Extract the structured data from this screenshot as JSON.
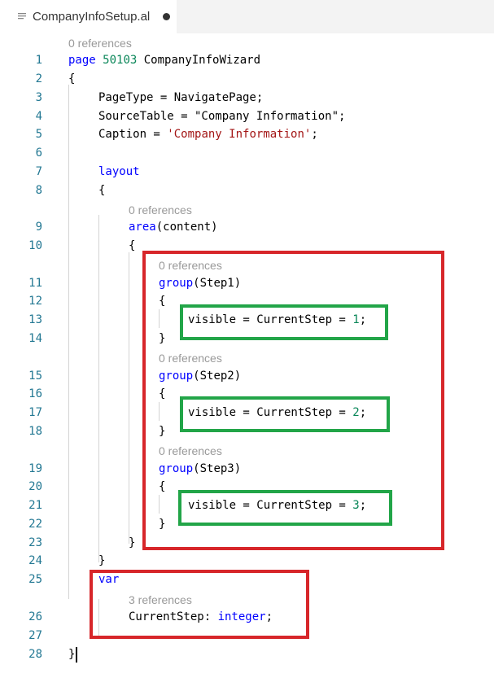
{
  "tab": {
    "title": "CompanyInfoSetup.al",
    "icon": "lines-icon"
  },
  "codelens": {
    "page": "0 references",
    "area": "0 references",
    "group1": "0 references",
    "group2": "0 references",
    "group3": "0 references",
    "var": "3 references"
  },
  "line_numbers": [
    "1",
    "2",
    "3",
    "4",
    "5",
    "6",
    "7",
    "8",
    "9",
    "10",
    "11",
    "12",
    "13",
    "14",
    "15",
    "16",
    "17",
    "18",
    "19",
    "20",
    "21",
    "22",
    "23",
    "24",
    "25",
    "26",
    "27",
    "28"
  ],
  "code": {
    "l1_kw": "page",
    "l1_num": "50103",
    "l1_rest": " CompanyInfoWizard",
    "l2": "{",
    "l3": "PageType = NavigatePage;",
    "l4": "SourceTable = \"Company Information\";",
    "l5_pre": "Caption = ",
    "l5_str": "'Company Information'",
    "l5_post": ";",
    "l7": "layout",
    "l8": "{",
    "l9_fn": "area",
    "l9_rest": "(content)",
    "l10": "{",
    "l11_fn": "group",
    "l11_rest": "(Step1)",
    "l12": "{",
    "l13_pre": "visible = CurrentStep = ",
    "l13_num": "1",
    "l13_post": ";",
    "l14": "}",
    "l15_fn": "group",
    "l15_rest": "(Step2)",
    "l16": "{",
    "l17_pre": "visible = CurrentStep = ",
    "l17_num": "2",
    "l17_post": ";",
    "l18": "}",
    "l19_fn": "group",
    "l19_rest": "(Step3)",
    "l20": "{",
    "l21_pre": "visible = CurrentStep = ",
    "l21_num": "3",
    "l21_post": ";",
    "l22": "}",
    "l23": "}",
    "l24": "}",
    "l25": "var",
    "l26_pre": "CurrentStep: ",
    "l26_kw": "integer",
    "l26_post": ";",
    "l28": "}"
  },
  "colors": {
    "keyword": "#0000ff",
    "number": "#098658",
    "string": "#a31515",
    "line_number": "#237893",
    "codelens": "#999999",
    "highlight_red": "#d7262a",
    "highlight_green": "#22a548"
  }
}
